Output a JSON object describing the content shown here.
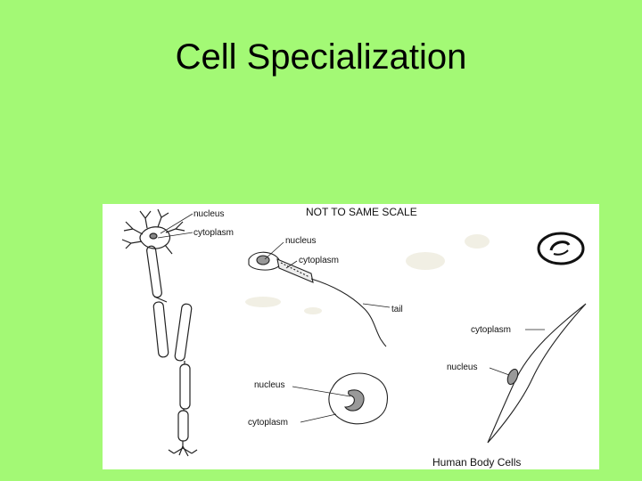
{
  "slide": {
    "title": "Cell Specialization"
  },
  "figure": {
    "scale_note": "NOT TO SAME SCALE",
    "caption": "Human Body Cells",
    "neuron": {
      "nucleus_label": "nucleus",
      "cytoplasm_label": "cytoplasm"
    },
    "sperm": {
      "nucleus_label": "nucleus",
      "cytoplasm_label": "cytoplasm",
      "tail_label": "tail"
    },
    "white_blood_cell": {
      "nucleus_label": "nucleus",
      "cytoplasm_label": "cytoplasm"
    },
    "muscle_cell": {
      "cytoplasm_label": "cytoplasm",
      "nucleus_label": "nucleus"
    }
  }
}
